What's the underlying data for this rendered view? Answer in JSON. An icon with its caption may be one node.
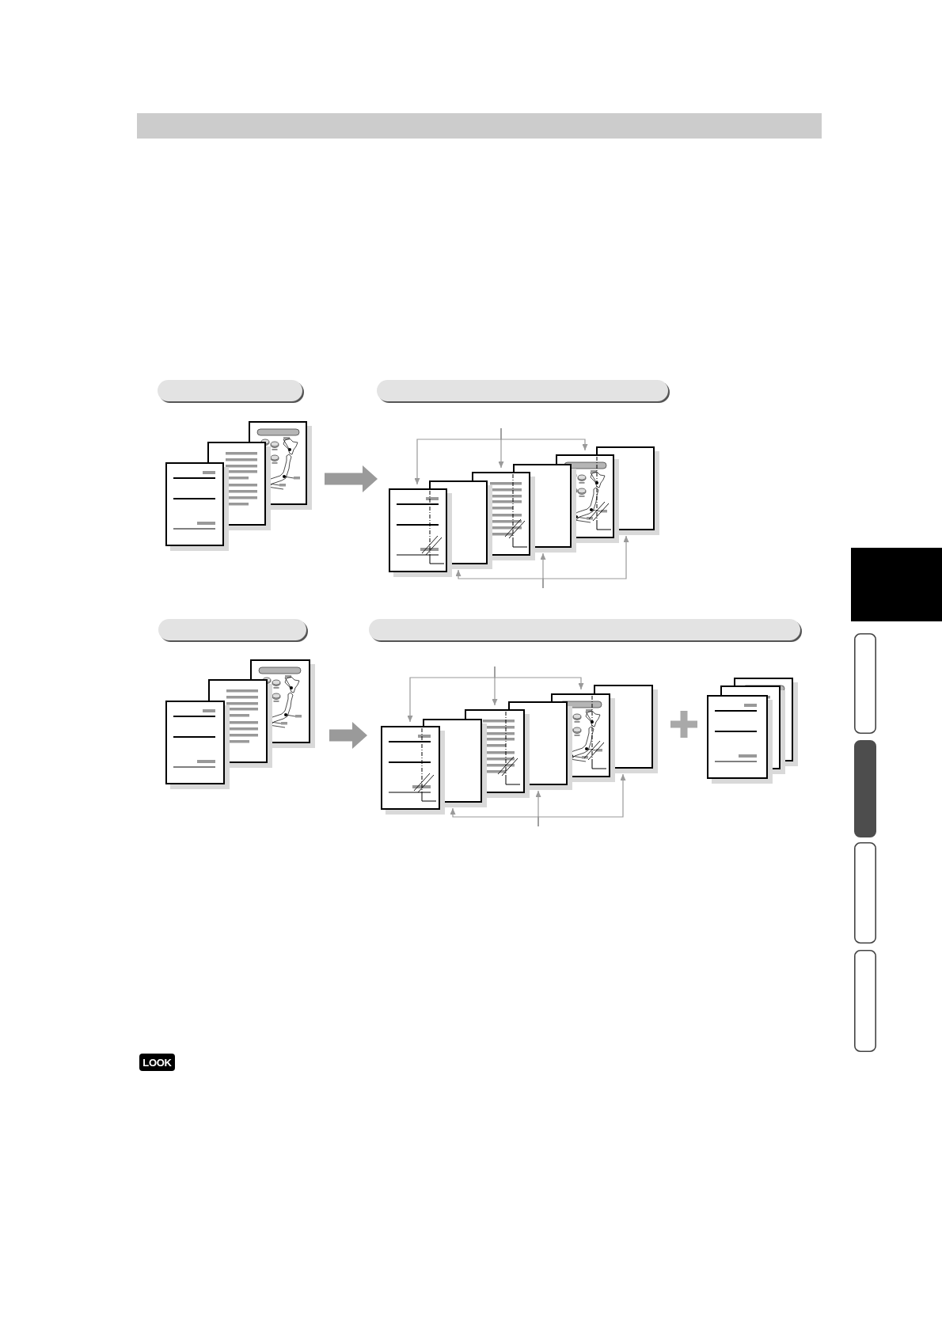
{
  "diagram": {
    "nodes": [
      {
        "text": [],
        "shape": "bar"
      },
      {
        "text": [],
        "shape": "box"
      },
      {
        "text": [],
        "shape": "box"
      },
      {
        "text": [],
        "shape": "picture"
      },
      {
        "text": [],
        "shape": "picture"
      },
      {
        "text": [],
        "shape": "picture"
      },
      {
        "text": [],
        "shape": "picture"
      },
      {
        "text": [],
        "shape": "box"
      },
      {
        "text": [],
        "shape": "picture"
      },
      {
        "text": [],
        "shape": "box"
      },
      {
        "text": [],
        "shape": "picture"
      },
      {
        "text": [],
        "shape": "box"
      },
      {
        "text": [],
        "shape": "box"
      },
      {
        "text": [],
        "shape": "box"
      },
      {
        "text": [],
        "shape": "picture"
      },
      {
        "text": [],
        "shape": "picture"
      },
      {
        "text": [],
        "shape": "picture"
      },
      {
        "text": [],
        "shape": "picture"
      },
      {
        "text": [],
        "shape": "box"
      },
      {
        "text": [],
        "shape": "picture"
      },
      {
        "text": [],
        "shape": "box"
      },
      {
        "text": [],
        "shape": "picture"
      },
      {
        "text": [],
        "shape": "box"
      },
      {
        "text": [],
        "shape": "picture"
      },
      {
        "text": [],
        "shape": "picture"
      },
      {
        "text": [],
        "shape": "picture"
      },
      {
        "text": [
          "LOOK"
        ]
      },
      {
        "text": [],
        "shape": "box"
      },
      {
        "text": [],
        "shape": "box"
      },
      {
        "text": [],
        "shape": "box"
      },
      {
        "text": [],
        "shape": "box"
      },
      {
        "text": [],
        "shape": "box"
      }
    ],
    "edges": [
      {
        "from": 5,
        "to": 6,
        "arrow": "to",
        "style": "thick"
      },
      {
        "from": null,
        "to": 6,
        "arrow": "to"
      },
      {
        "from": null,
        "to": 8,
        "arrow": "to"
      },
      {
        "from": null,
        "to": 10,
        "arrow": "to"
      },
      {
        "from": null,
        "to": 7,
        "arrow": "to"
      },
      {
        "from": null,
        "to": 9,
        "arrow": "to"
      },
      {
        "from": null,
        "to": 11,
        "arrow": "to"
      },
      {
        "from": 16,
        "to": 17,
        "arrow": "to",
        "style": "thick"
      },
      {
        "from": null,
        "to": 17,
        "arrow": "to"
      },
      {
        "from": null,
        "to": 19,
        "arrow": "to"
      },
      {
        "from": null,
        "to": 21,
        "arrow": "to"
      },
      {
        "from": null,
        "to": 18,
        "arrow": "to"
      },
      {
        "from": null,
        "to": 20,
        "arrow": "to"
      },
      {
        "from": null,
        "to": 22,
        "arrow": "to"
      }
    ]
  }
}
